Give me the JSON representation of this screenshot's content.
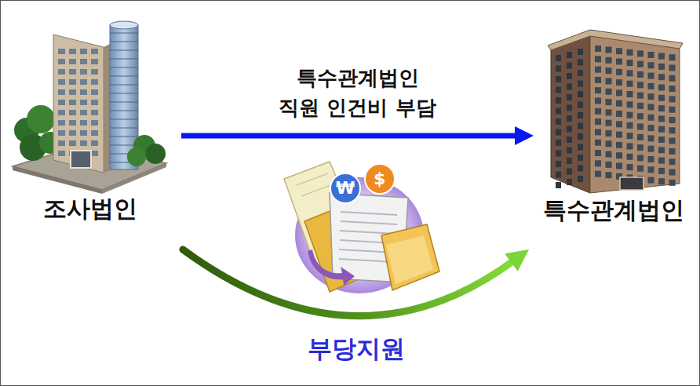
{
  "diagram": {
    "nodes": [
      {
        "text": [
          "조사법인"
        ]
      },
      {
        "text": [
          "특수관계법인"
        ]
      }
    ],
    "edges": [
      {
        "from": 0,
        "to": 1,
        "label": "특수관계법인 직원 인건비 부담",
        "arrow": "to"
      },
      {
        "from": 0,
        "to": 1,
        "label": "부당지원",
        "arrow": "to"
      }
    ],
    "labels": [
      "₩",
      "$"
    ]
  }
}
